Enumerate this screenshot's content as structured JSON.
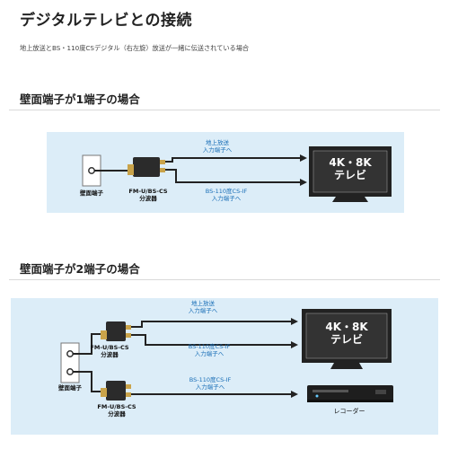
{
  "page": {
    "title": "デジタルテレビとの接続",
    "subtitle": "地上放送とBS・110度CSデジタル（右左旋）放送が一緒に伝送されている場合"
  },
  "section1": {
    "heading": "壁面端子が1端子の場合",
    "wall_label": "壁面端子",
    "splitter_label_1": "FM-U/BS-CS",
    "splitter_label_2": "分波器",
    "line_top_1": "地上放送",
    "line_top_2": "入力端子へ",
    "line_bottom_1": "BS-110度CS-IF",
    "line_bottom_2": "入力端子へ",
    "tv_line1": "4K・8K",
    "tv_line2": "テレビ"
  },
  "section2": {
    "heading": "壁面端子が2端子の場合",
    "wall_label": "壁面端子",
    "splitter1_label_1": "FM-U/BS-CS",
    "splitter1_label_2": "分波器",
    "splitter2_label_1": "FM-U/BS-CS",
    "splitter2_label_2": "分波器",
    "line_top_1": "地上放送",
    "line_top_2": "入力端子へ",
    "line_mid_1": "BS-110度CS-IF",
    "line_mid_2": "入力端子へ",
    "line_bottom_1": "BS-110度CS-IF",
    "line_bottom_2": "入力端子へ",
    "tv_line1": "4K・8K",
    "tv_line2": "テレビ",
    "recorder_label": "レコーダー"
  },
  "colors": {
    "diagram_bg": "#dcedf8",
    "label_blue": "#1a6fb7",
    "tv_body": "#222222",
    "tv_screen": "#333333"
  }
}
